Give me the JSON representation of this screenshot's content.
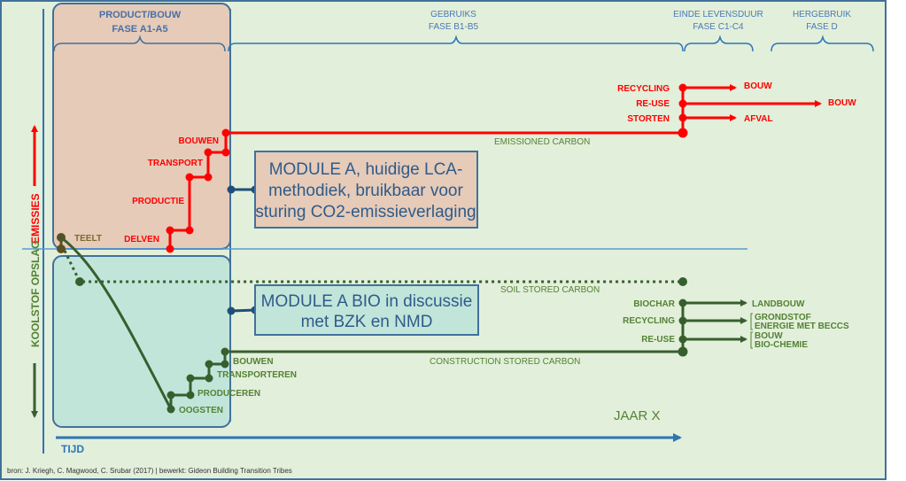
{
  "phases": {
    "product": {
      "line1": "PRODUCT/BOUW",
      "line2": "FASE A1-A5"
    },
    "use": {
      "line1": "GEBRUIKS",
      "line2": "FASE B1-B5"
    },
    "end_of_life": {
      "line1": "EINDE LEVENSDUUR",
      "line2": "FASE C1-C4"
    },
    "reuse": {
      "line1": "HERGEBRUIK",
      "line2": "FASE D"
    }
  },
  "axes": {
    "emissions": "EMISSIES",
    "storage": "KOOLSTOF OPSLAG",
    "time": "TIJD",
    "year": "JAAR X"
  },
  "emission_steps": [
    "DELVEN",
    "PRODUCTIE",
    "TRANSPORT",
    "BOUWEN"
  ],
  "emission_line_label": "EMISSIONED CARBON",
  "emission_branches": [
    {
      "from": "RECYCLING",
      "to": "BOUW"
    },
    {
      "from": "RE-USE",
      "to": "BOUW"
    },
    {
      "from": "STORTEN",
      "to": "AFVAL"
    }
  ],
  "teelt_label": "TEELT",
  "storage_steps": [
    "OOGSTEN",
    "PRODUCEREN",
    "TRANSPORTEREN",
    "BOUWEN"
  ],
  "soil_line_label": "SOIL STORED CARBON",
  "construction_line_label": "CONSTRUCTION STORED CARBON",
  "storage_branches": [
    {
      "from": "BIOCHAR",
      "to": [
        "LANDBOUW"
      ]
    },
    {
      "from": "RECYCLING",
      "to": [
        "GRONDSTOF",
        "ENERGIE MET BECCS"
      ]
    },
    {
      "from": "RE-USE",
      "to": [
        "BOUW",
        "BIO-CHEMIE"
      ]
    }
  ],
  "module_a_box": {
    "line1": "MODULE A, huidige LCA-",
    "line2": "methodiek, bruikbaar voor",
    "line3": "sturing CO2-emissieverlaging"
  },
  "module_a_bio_box": {
    "line1": "MODULE A BIO in discussie",
    "line2": "met BZK en NMD"
  },
  "source": "bron:  J. Kriegh, C. Magwood, C. Srubar (2017) | bewerkt: Gideon Building Transition Tribes",
  "colors": {
    "background": "#e2efda",
    "frame": "#41719c",
    "product_fill": "#e6cbb9",
    "storage_fill": "#c2e5da",
    "emission": "#ff0000",
    "storage": "#375f2e",
    "label_green": "#548235",
    "teelt": "#5a4f23",
    "connector": "#1f4e79",
    "time_axis": "#2e75b6"
  }
}
